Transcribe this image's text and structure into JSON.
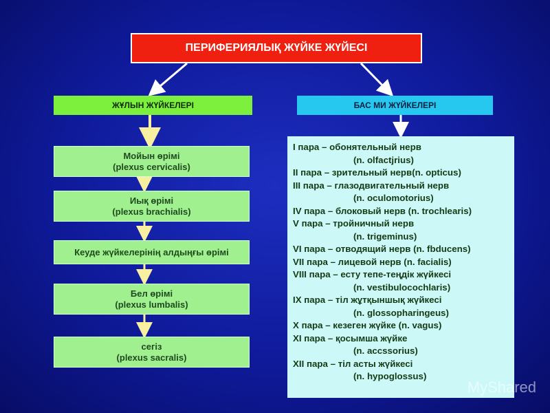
{
  "title": "ПЕРИФЕРИЯЛЫҚ ЖҮЙКЕ ЖҮЙЕСІ",
  "left": {
    "header": "ЖҰЛЫН ЖҮЙКЕЛЕРІ",
    "items": [
      {
        "line1": "Мойын өрімі",
        "line2": "(plexus cervicalis)"
      },
      {
        "line1": "Иық өрімі",
        "line2": "(plexus brachialis)"
      },
      {
        "line1": "Кеуде жүйкелерінің алдыңғы өрімі",
        "line2": ""
      },
      {
        "line1": "Бел өрімі",
        "line2": "(plexus lumbalis)"
      },
      {
        "line1": "сегіз",
        "line2": "(plexus sacralis)"
      }
    ]
  },
  "right": {
    "header": "БАС МИ ЖҮЙКЕЛЕРІ",
    "lines": [
      {
        "text": "I пара – обонятельный нерв",
        "sub": "(n. olfactjrius)"
      },
      {
        "text": "II пара – зрительный нерв(n. opticus)",
        "sub": ""
      },
      {
        "text": "III пара – глазодвигательный нерв",
        "sub": "(n. oculomotorius)"
      },
      {
        "text": "IV пара – блоковый нерв (n. trochlearis)",
        "sub": ""
      },
      {
        "text": "V пара – тройничный нерв",
        "sub": "(n. trigeminus)"
      },
      {
        "text": "VI пара – отводящий нерв (n. fbducens)",
        "sub": ""
      },
      {
        "text": "VII пара – лицевой нерв (n. facialis)",
        "sub": ""
      },
      {
        "text": "VIII пара – есту тепе-теңдік жүйкесі",
        "sub": "(n. vestibulocochlaris)"
      },
      {
        "text": "IX пара – тіл жұтқыншық жүйкесі",
        "sub": "(n. glossopharingeus)"
      },
      {
        "text": "X пара – кезеген жүйке (n. vagus)",
        "sub": ""
      },
      {
        "text": "XI пара – қосымша жүйке",
        "sub": "(n. accssorius)"
      },
      {
        "text": "XII пара – тіл асты жүйкесі",
        "sub": "(n. hypoglossus)"
      }
    ]
  },
  "watermark": "MyShared",
  "colors": {
    "background": "#1326b0",
    "title": "#f02010",
    "spinal": "#7cf03c",
    "cranial": "#26c8f0",
    "plexus": "#a0f090",
    "list": "#ccf8f8"
  }
}
